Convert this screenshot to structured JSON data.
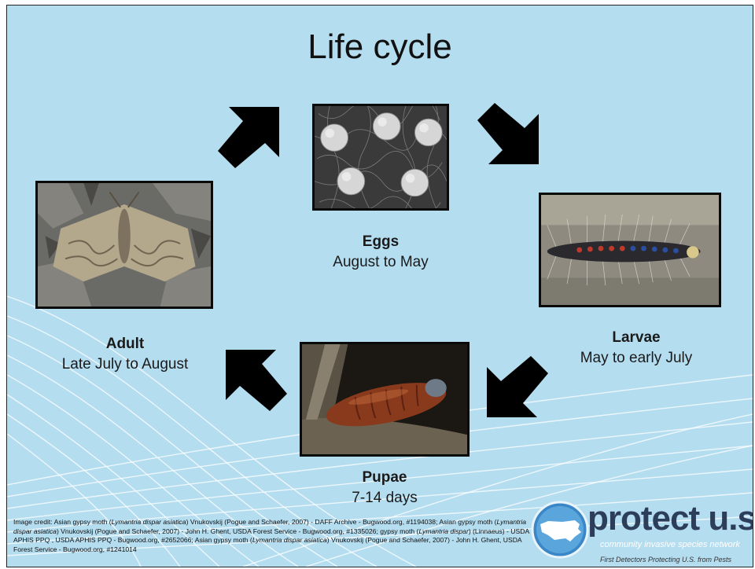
{
  "title": "Life cycle",
  "stages": {
    "eggs": {
      "name": "Eggs",
      "period": "August to May"
    },
    "larvae": {
      "name": "Larvae",
      "period": "May to early July"
    },
    "pupae": {
      "name": "Pupae",
      "period": "7-14 days"
    },
    "adult": {
      "name": "Adult",
      "period": "Late July to August"
    }
  },
  "credit": {
    "prefix": "Image credit: Asian gypsy moth (",
    "sp1": "Lymantria dispar asiatica",
    "t1": ") Vnukovskij (Pogue and Schaefer, 2007) - DAFF Archive  -  Bugwood.org, #1194038; Asian gypsy moth (",
    "sp2": "Lymantria dispar asiatica",
    "t2": ") Vnukovskij (Pogue and Schaefer, 2007) - John H. Ghent, USDA Forest Service - Bugwood.org, #1335026; gypsy moth (",
    "sp3": "Lymantria dispar",
    "t3": ") (Linnaeus) - USDA APHIS PPQ , USDA APHIS PPQ - Bugwood.org, #2652066; Asian gypsy moth (",
    "sp4": "Lymantria dispar asiatica",
    "t4": ") Vnukovskij (Pogue and Schaefer, 2007) - John H. Ghent, USDA Forest Service - Bugwood.org, #1241014"
  },
  "logo": {
    "title": "protect u.s.",
    "subtitle": "community invasive species network",
    "tagline": "First Detectors Protecting U.S. from Pests"
  },
  "colors": {
    "background": "#b5ddf0",
    "arrow": "#000000",
    "logo_text": "#2d3e5a"
  }
}
